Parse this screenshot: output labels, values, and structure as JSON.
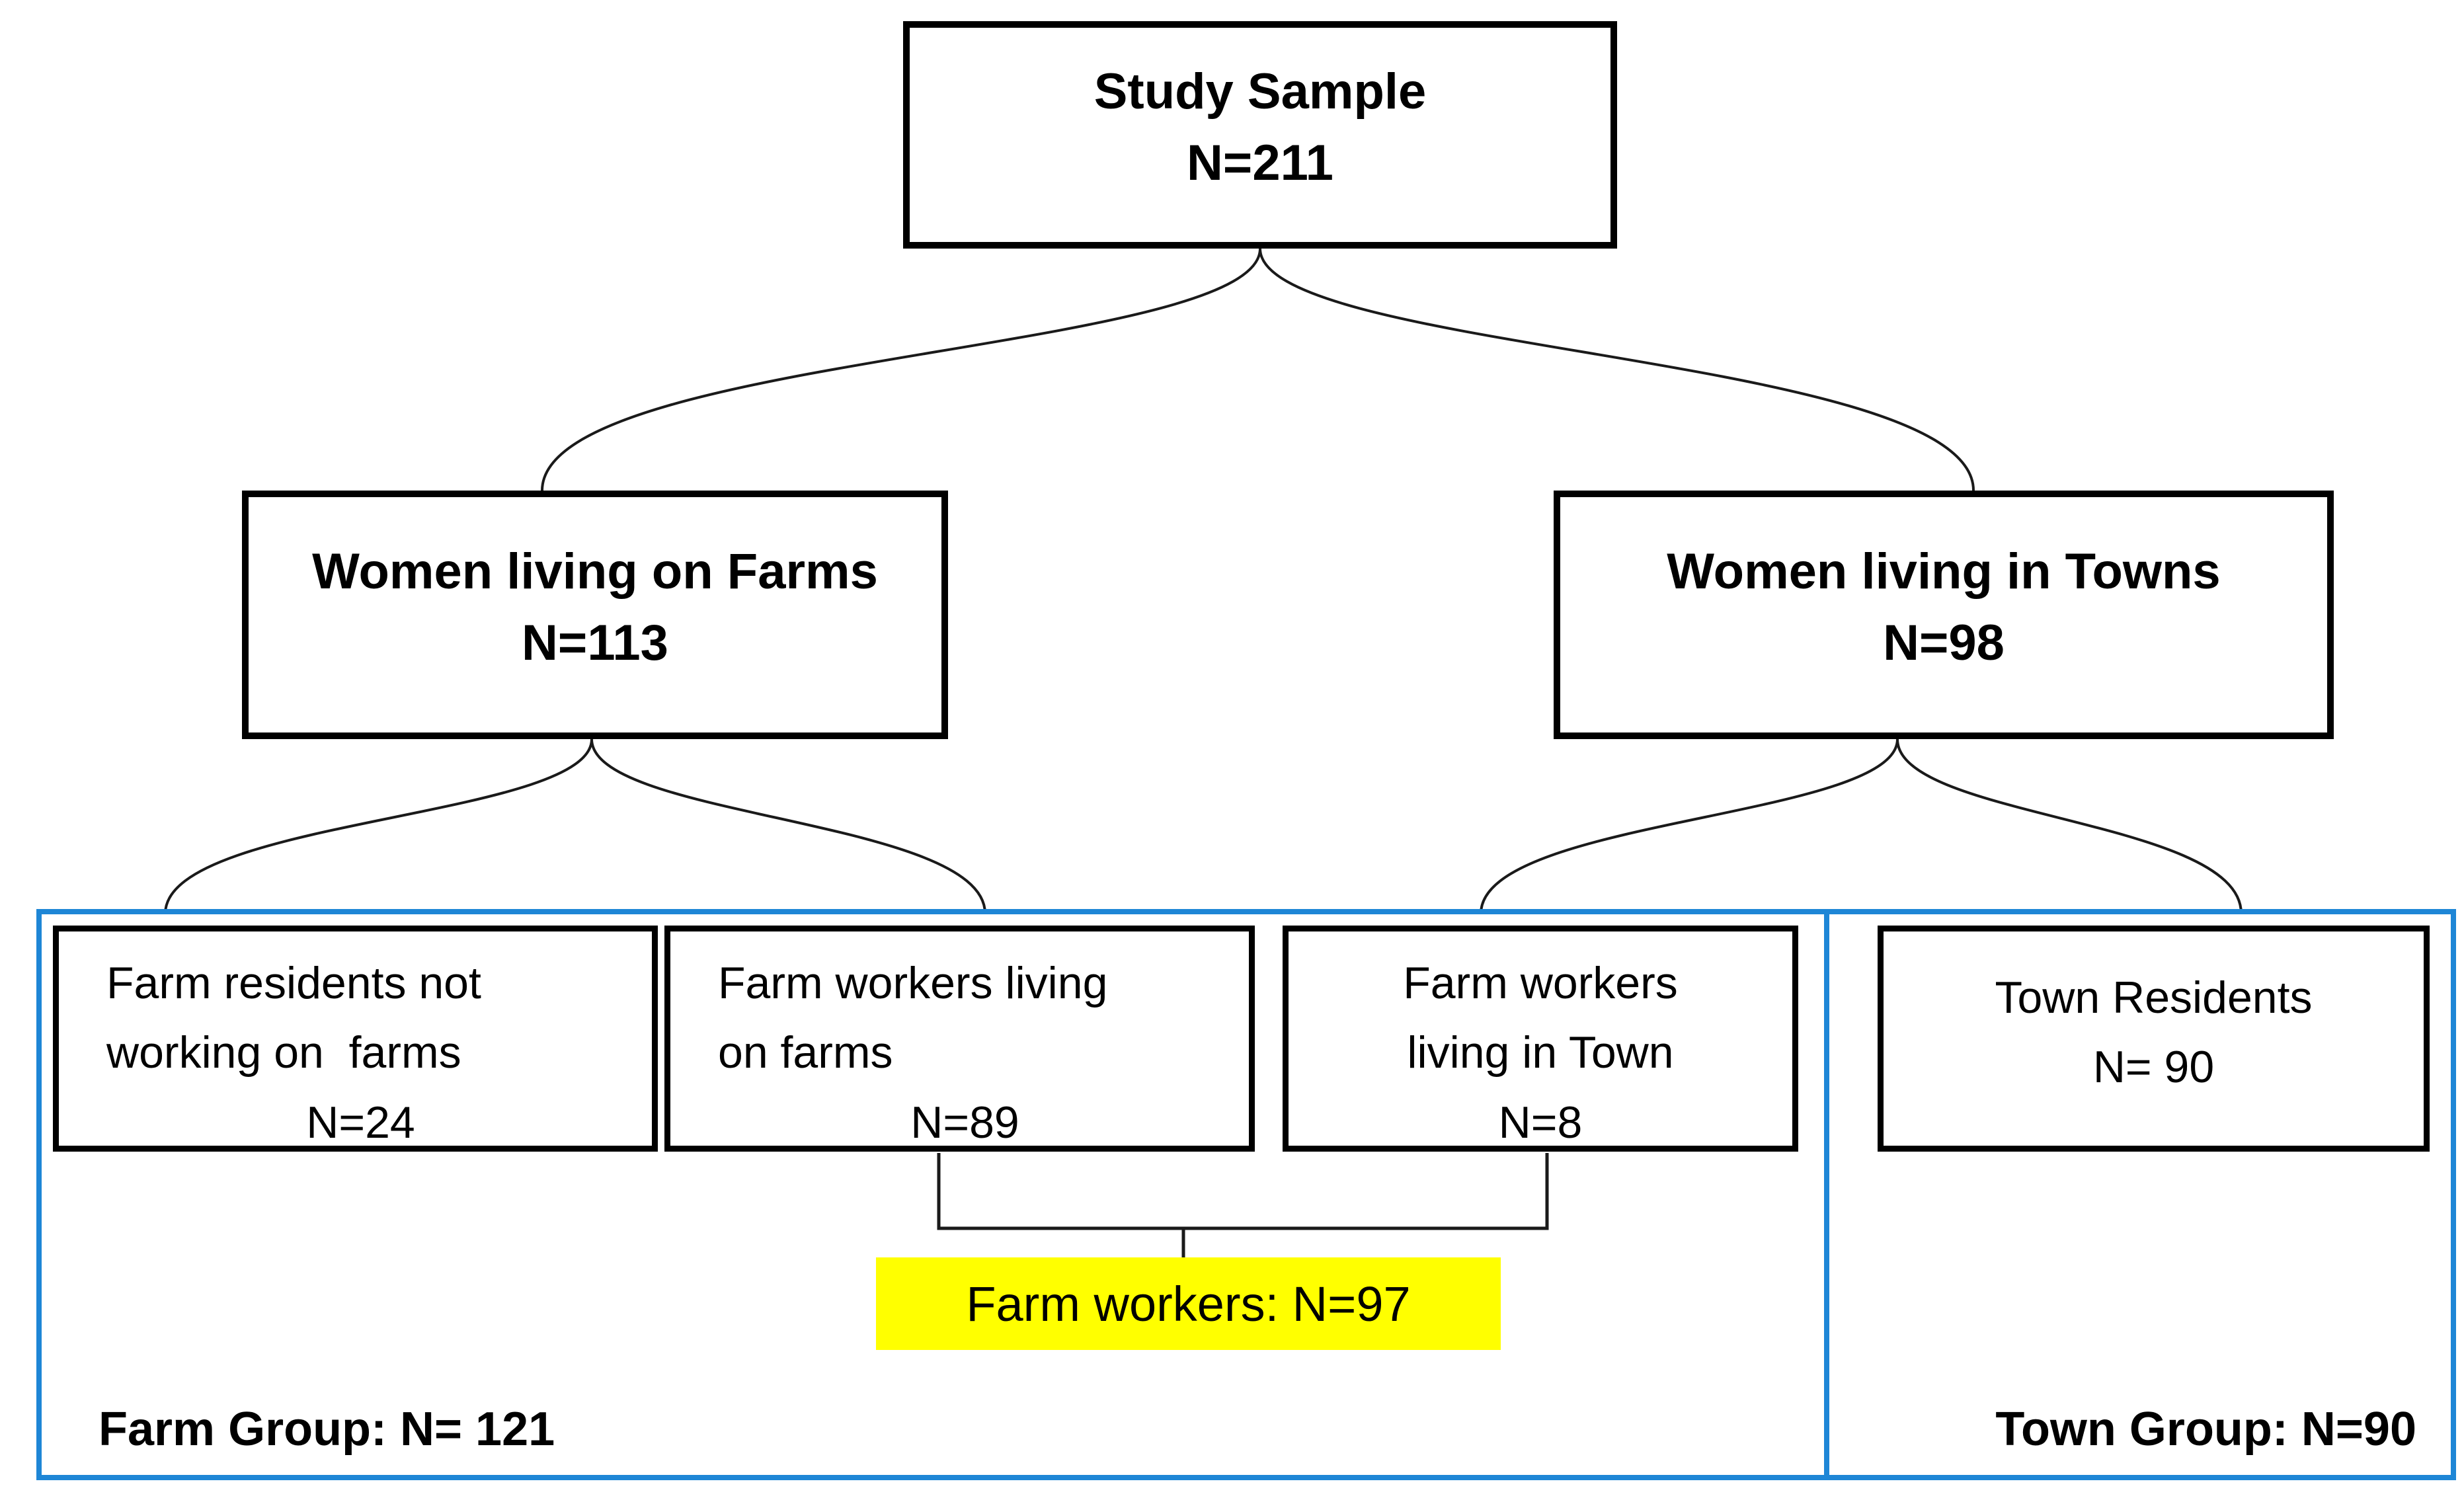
{
  "diagram": {
    "study_box": {
      "lines": [
        "Study Sample",
        "N=211"
      ]
    },
    "level2": {
      "farm": {
        "lines": [
          "Women living on Farms",
          "N=113"
        ]
      },
      "town": {
        "lines": [
          "Women living in Towns",
          "N=98"
        ]
      }
    },
    "level3": {
      "farm_residents": {
        "lines": [
          "Farm residents not",
          "working on  farms",
          "N=24"
        ]
      },
      "farm_workers_farm": {
        "lines": [
          "Farm workers living",
          "on farms",
          "N=89"
        ]
      },
      "farm_workers_town": {
        "lines": [
          "Farm workers",
          "living in Town",
          "N=8"
        ]
      },
      "town_residents": {
        "lines": [
          "Town Residents",
          "N= 90"
        ]
      }
    },
    "highlight": {
      "label": "Farm workers: N=97",
      "color": "#ffff00"
    },
    "groups": {
      "farm": {
        "label": "Farm Group: N= 121"
      },
      "town": {
        "label": "Town Group: N=90"
      }
    },
    "colors": {
      "group_border": "#1e86d6",
      "box_border": "#000000",
      "connector": "#1a1a1a",
      "highlight": "#ffff00"
    }
  }
}
